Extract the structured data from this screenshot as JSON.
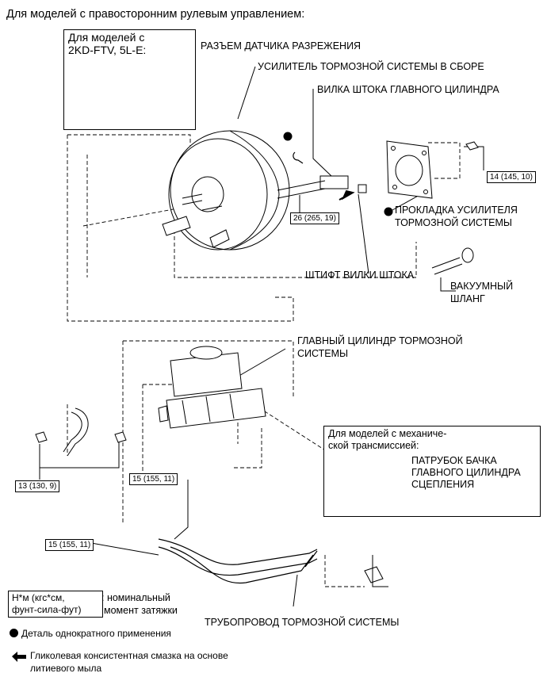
{
  "heading": "Для моделей с правосторонним рулевым управлением:",
  "inset_engine": {
    "line1": "Для моделей с",
    "line2": "2KD-FTV, 5L-E:"
  },
  "labels": {
    "vacuum_sensor_connector": "РАЗЪЕМ ДАТЧИКА РАЗРЕЖЕНИЯ",
    "booster_assy": "УСИЛИТЕЛЬ ТОРМОЗНОЙ СИСТЕМЫ В СБОРЕ",
    "push_rod_clevis": "ВИЛКА ШТОКА ГЛАВНОГО ЦИЛИНДРА",
    "booster_gasket_line1": "ПРОКЛАДКА УСИЛИТЕЛЯ",
    "booster_gasket_line2": "ТОРМОЗНОЙ СИСТЕМЫ",
    "clevis_pin": "ШТИФТ ВИЛКИ ШТОКА",
    "vacuum_hose_line1": "ВАКУУМНЫЙ",
    "vacuum_hose_line2": "ШЛАНГ",
    "master_cylinder_line1": "ГЛАВНЫЙ ЦИЛИНДР ТОРМОЗНОЙ",
    "master_cylinder_line2": "СИСТЕМЫ",
    "brake_line": "ТРУБОПРОВОД ТОРМОЗНОЙ СИСТЕМЫ"
  },
  "inset_manual": {
    "line1": "Для моделей с механиче-",
    "line2": "ской трансмиссией:",
    "part_line1": "ПАТРУБОК БАЧКА",
    "part_line2": "ГЛАВНОГО ЦИЛИНДРА",
    "part_line3": "СЦЕПЛЕНИЯ"
  },
  "torques": {
    "t14": "14 (145, 10)",
    "t26": "26 (265, 19)",
    "t13": "13 (130, 9)",
    "t15a": "15 (155, 11)",
    "t15b": "15 (155, 11)"
  },
  "legend": {
    "unit_line1": "Н*м (кгс*см,",
    "unit_line2": "фунт-сила-фут)",
    "unit_desc_line1": ": номинальный",
    "unit_desc_line2": "момент затяжки",
    "non_reusable": "Деталь однократного применения",
    "grease_line1": "Гликолевая консистентная смазка на основе",
    "grease_line2": "литиевого мыла"
  }
}
